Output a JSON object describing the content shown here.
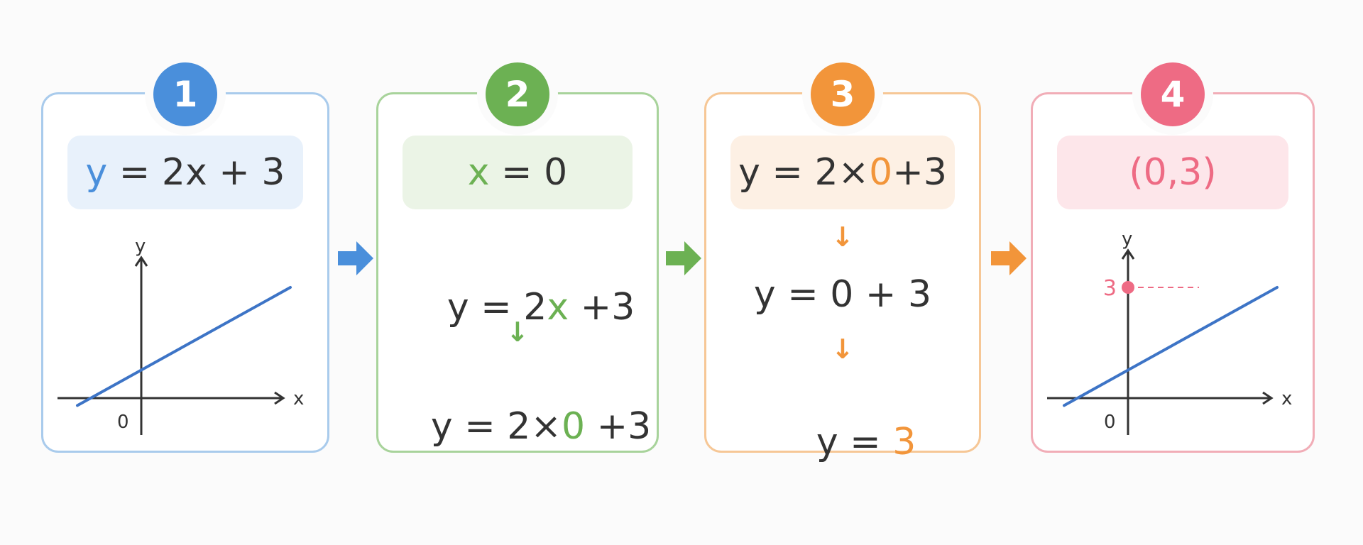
{
  "colors": {
    "step1": "#4a8fdb",
    "step2": "#6cb153",
    "step3": "#f2953a",
    "step4": "#ee6b84",
    "line": "#3d74c6"
  },
  "steps": [
    {
      "number": "1",
      "pill": {
        "var": "y",
        "rest": " = 2x + 3"
      },
      "graph": {
        "x_label": "x",
        "y_label": "y",
        "origin_label": "0"
      }
    },
    {
      "number": "2",
      "pill": {
        "var": "x",
        "rest": " = 0"
      },
      "eq1": {
        "pre": "y = 2",
        "hl": "x",
        "post": " +3"
      },
      "eq2": {
        "pre": "y = 2×",
        "hl": "0",
        "post": " +3"
      },
      "arrow": "↓"
    },
    {
      "number": "3",
      "pill": {
        "pre": "y = 2×",
        "hl": "0",
        "post": "+3"
      },
      "eq1": "y = 0 + 3",
      "eq2": {
        "pre": "y = ",
        "hl": "3"
      },
      "arrow1": "↓",
      "arrow2": "↓"
    },
    {
      "number": "4",
      "pill": "(0,3)",
      "graph": {
        "x_label": "x",
        "y_label": "y",
        "origin_label": "0",
        "point_label": "3"
      }
    }
  ],
  "chart_data": [
    {
      "type": "line",
      "series": [
        {
          "x": [
            -0.6,
            1.4
          ],
          "y": [
            -0.2,
            3.0
          ]
        }
      ]
    },
    {
      "type": "line",
      "series": [
        {
          "x": [
            -0.6,
            1.4
          ],
          "y": [
            -0.2,
            3.0
          ]
        }
      ],
      "highlight_point": [
        0,
        3
      ]
    }
  ]
}
